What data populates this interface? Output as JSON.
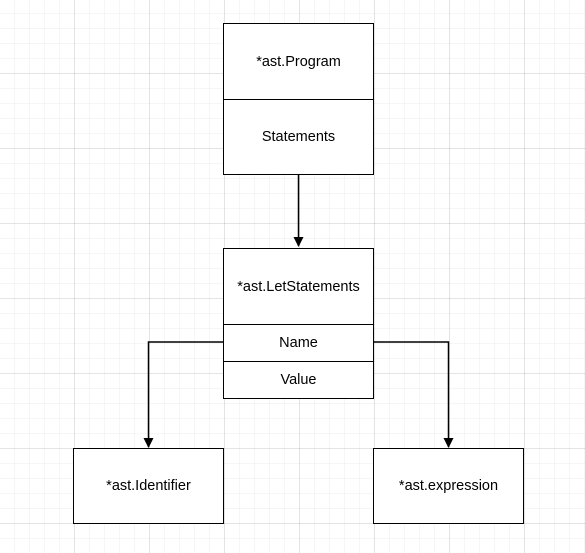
{
  "diagram": {
    "nodes": {
      "program": {
        "title": "*ast.Program",
        "fields": [
          "Statements"
        ]
      },
      "let_statements": {
        "title": "*ast.LetStatements",
        "fields": [
          "Name",
          "Value"
        ]
      },
      "identifier": {
        "title": "*ast.Identifier"
      },
      "expression": {
        "title": "*ast.expression"
      }
    },
    "edges": [
      {
        "from": "program.Statements",
        "to": "let_statements"
      },
      {
        "from": "let_statements.Name",
        "to": "identifier"
      },
      {
        "from": "let_statements.Name",
        "to": "expression"
      }
    ],
    "colors": {
      "stroke": "#000000",
      "fill": "#ffffff",
      "background": "#ffffff"
    }
  }
}
